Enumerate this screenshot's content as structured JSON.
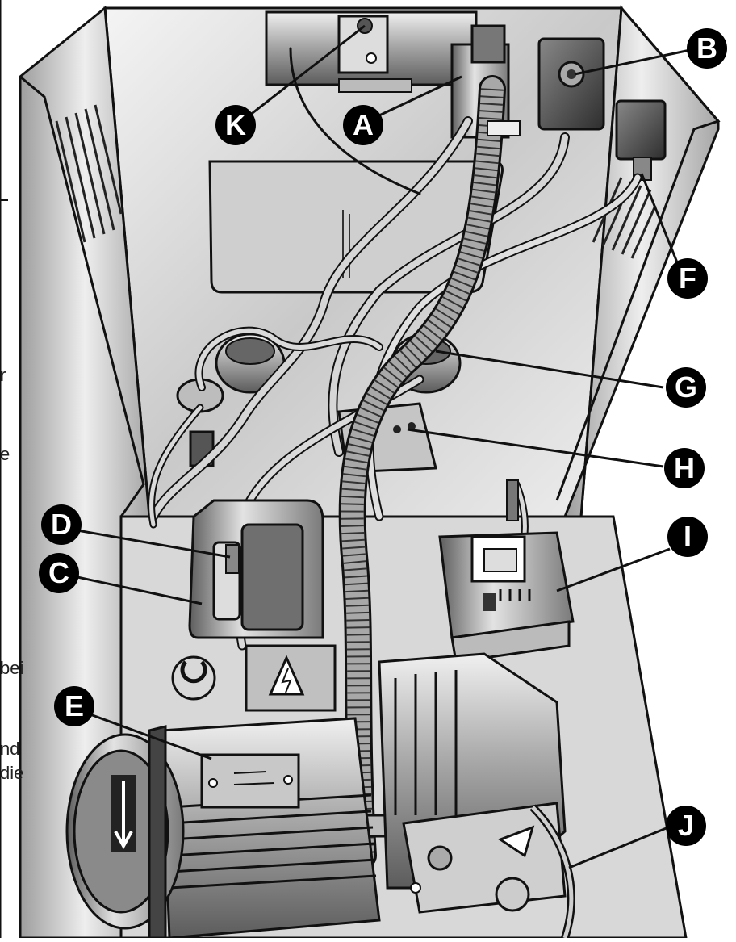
{
  "callouts": {
    "A": "A",
    "B": "B",
    "C": "C",
    "D": "D",
    "E": "E",
    "F": "F",
    "G": "G",
    "H": "H",
    "I": "I",
    "J": "J",
    "K": "K"
  },
  "left_text_fragments": [
    "r",
    "e",
    "bei",
    "nd",
    "die"
  ],
  "colors": {
    "ink": "#111111",
    "metal_light": "#e6e6e6",
    "metal_mid": "#b5b5b5",
    "metal_dark": "#6e6e6e",
    "badge": "#000000"
  }
}
